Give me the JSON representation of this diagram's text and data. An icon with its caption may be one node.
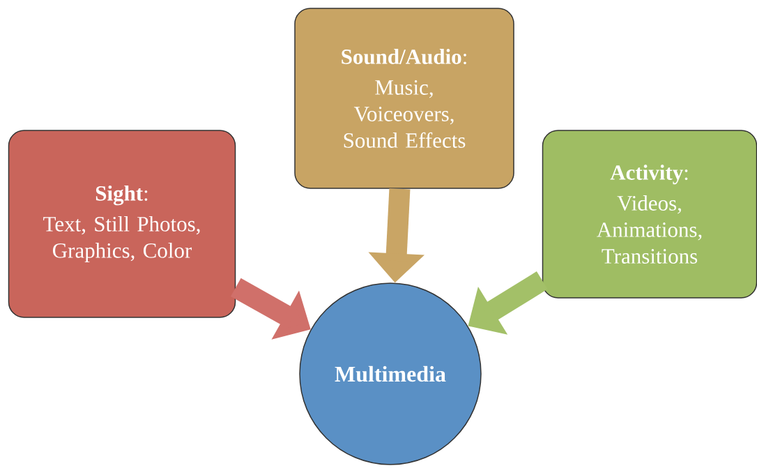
{
  "diagram": {
    "nodes": [
      {
        "text": [
          "**Sight**:",
          "Text, Still Photos, Graphics, Color"
        ]
      },
      {
        "text": [
          "**Sound/Audio**:",
          "Music, Voiceovers, Sound Effects"
        ]
      },
      {
        "text": [
          "**Activity**:",
          "Videos, Animations, Transitions"
        ]
      },
      {
        "text": [
          "Multimedia"
        ]
      }
    ],
    "edges": [
      {
        "from": 0,
        "to": 3,
        "arrow": "to",
        "color": "#d0706a"
      },
      {
        "from": 1,
        "to": 3,
        "arrow": "to",
        "color": "#c9a565"
      },
      {
        "from": 2,
        "to": 3,
        "arrow": "to",
        "color": "#a3c068"
      }
    ]
  }
}
